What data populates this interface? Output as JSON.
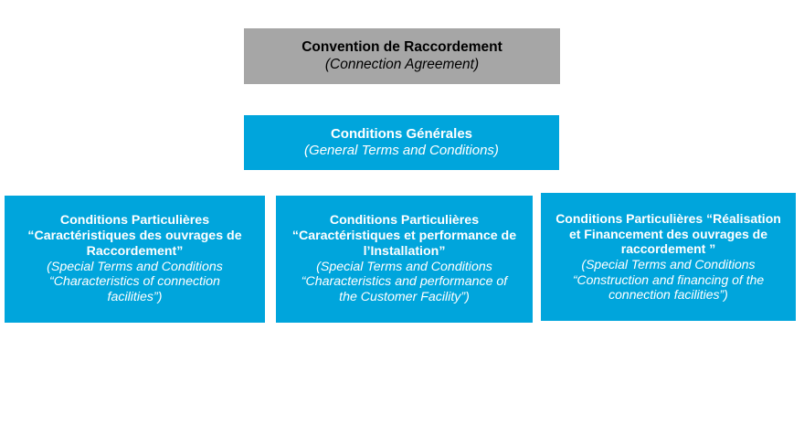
{
  "diagram": {
    "type": "hierarchy",
    "colors": {
      "grey": "#A6A6A6",
      "blue": "#00A5DC",
      "text_on_grey": "#000000",
      "text_on_blue": "#FFFFFF",
      "background": "#FFFFFF"
    },
    "levels": [
      {
        "level": 1,
        "nodes": [
          {
            "id": "agreement",
            "title": "Convention de Raccordement",
            "subtitle": "(Connection Agreement)",
            "fill": "#A6A6A6"
          }
        ]
      },
      {
        "level": 2,
        "nodes": [
          {
            "id": "general",
            "title": "Conditions Générales",
            "subtitle": "(General Terms and Conditions)",
            "fill": "#00A5DC"
          }
        ]
      },
      {
        "level": 3,
        "nodes": [
          {
            "id": "special-1",
            "title_lines": [
              "Conditions Particulières",
              "“Caractéristiques des ouvrages de",
              "Raccordement”"
            ],
            "subtitle_lines": [
              "(Special Terms and Conditions",
              "“Characteristics of connection",
              "facilities”)"
            ],
            "fill": "#00A5DC"
          },
          {
            "id": "special-2",
            "title_lines": [
              "Conditions Particulières",
              "“Caractéristiques et performance de",
              "l’Installation”"
            ],
            "subtitle_lines": [
              "(Special Terms and Conditions",
              "“Characteristics and performance of",
              "the Customer Facility”)"
            ],
            "fill": "#00A5DC"
          },
          {
            "id": "special-3",
            "title_lines": [
              "Conditions Particulières “Réalisation",
              "et Financement des ouvrages de",
              "raccordement ”"
            ],
            "subtitle_lines": [
              "(Special Terms and Conditions",
              "“Construction and financing of the",
              "connection facilities”)"
            ],
            "fill": "#00A5DC"
          }
        ]
      }
    ]
  }
}
